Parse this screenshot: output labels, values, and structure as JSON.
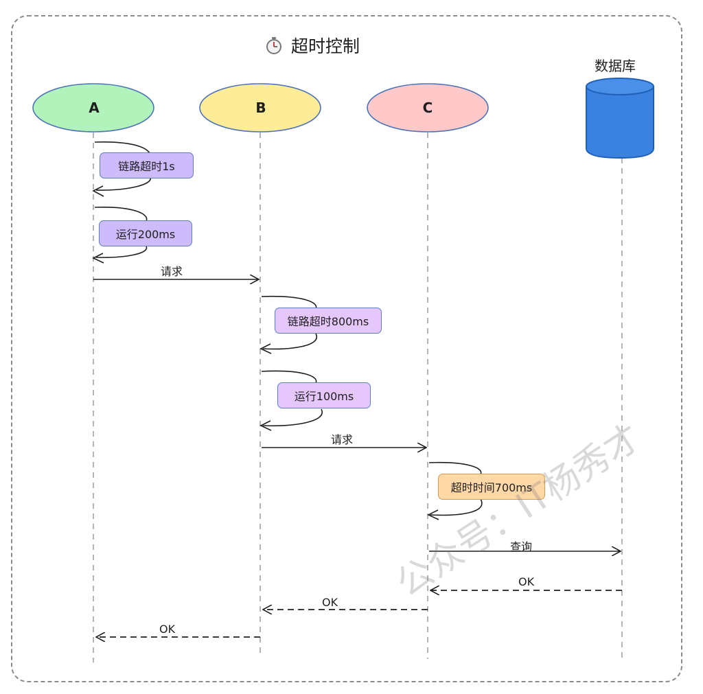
{
  "title": {
    "icon": "stopwatch-icon",
    "text": "超时控制"
  },
  "participants": [
    {
      "id": "A",
      "label": "A",
      "shape": "ellipse",
      "fill": "#b2f2bb"
    },
    {
      "id": "B",
      "label": "B",
      "shape": "ellipse",
      "fill": "#ffec99"
    },
    {
      "id": "C",
      "label": "C",
      "shape": "ellipse",
      "fill": "#ffc9c9"
    },
    {
      "id": "DB",
      "label": "数据库",
      "shape": "cylinder",
      "fill": "#3b82e0"
    }
  ],
  "notes": [
    {
      "on": "A",
      "text": "链路超时1s",
      "color": "#cdbbfb"
    },
    {
      "on": "A",
      "text": "运行200ms",
      "color": "#cdbbfb"
    },
    {
      "on": "B",
      "text": "链路超时800ms",
      "color": "#e6c7fb"
    },
    {
      "on": "B",
      "text": "运行100ms",
      "color": "#e6c7fb"
    },
    {
      "on": "C",
      "text": "超时时间700ms",
      "color": "#ffd8a8"
    }
  ],
  "messages": [
    {
      "from": "A",
      "to": "B",
      "text": "请求",
      "style": "solid"
    },
    {
      "from": "B",
      "to": "C",
      "text": "请求",
      "style": "solid"
    },
    {
      "from": "C",
      "to": "DB",
      "text": "查询",
      "style": "solid"
    },
    {
      "from": "DB",
      "to": "C",
      "text": "OK",
      "style": "dashed"
    },
    {
      "from": "C",
      "to": "B",
      "text": "OK",
      "style": "dashed"
    },
    {
      "from": "B",
      "to": "A",
      "text": "OK",
      "style": "dashed"
    }
  ],
  "watermark": "公众号：IT杨秀才"
}
